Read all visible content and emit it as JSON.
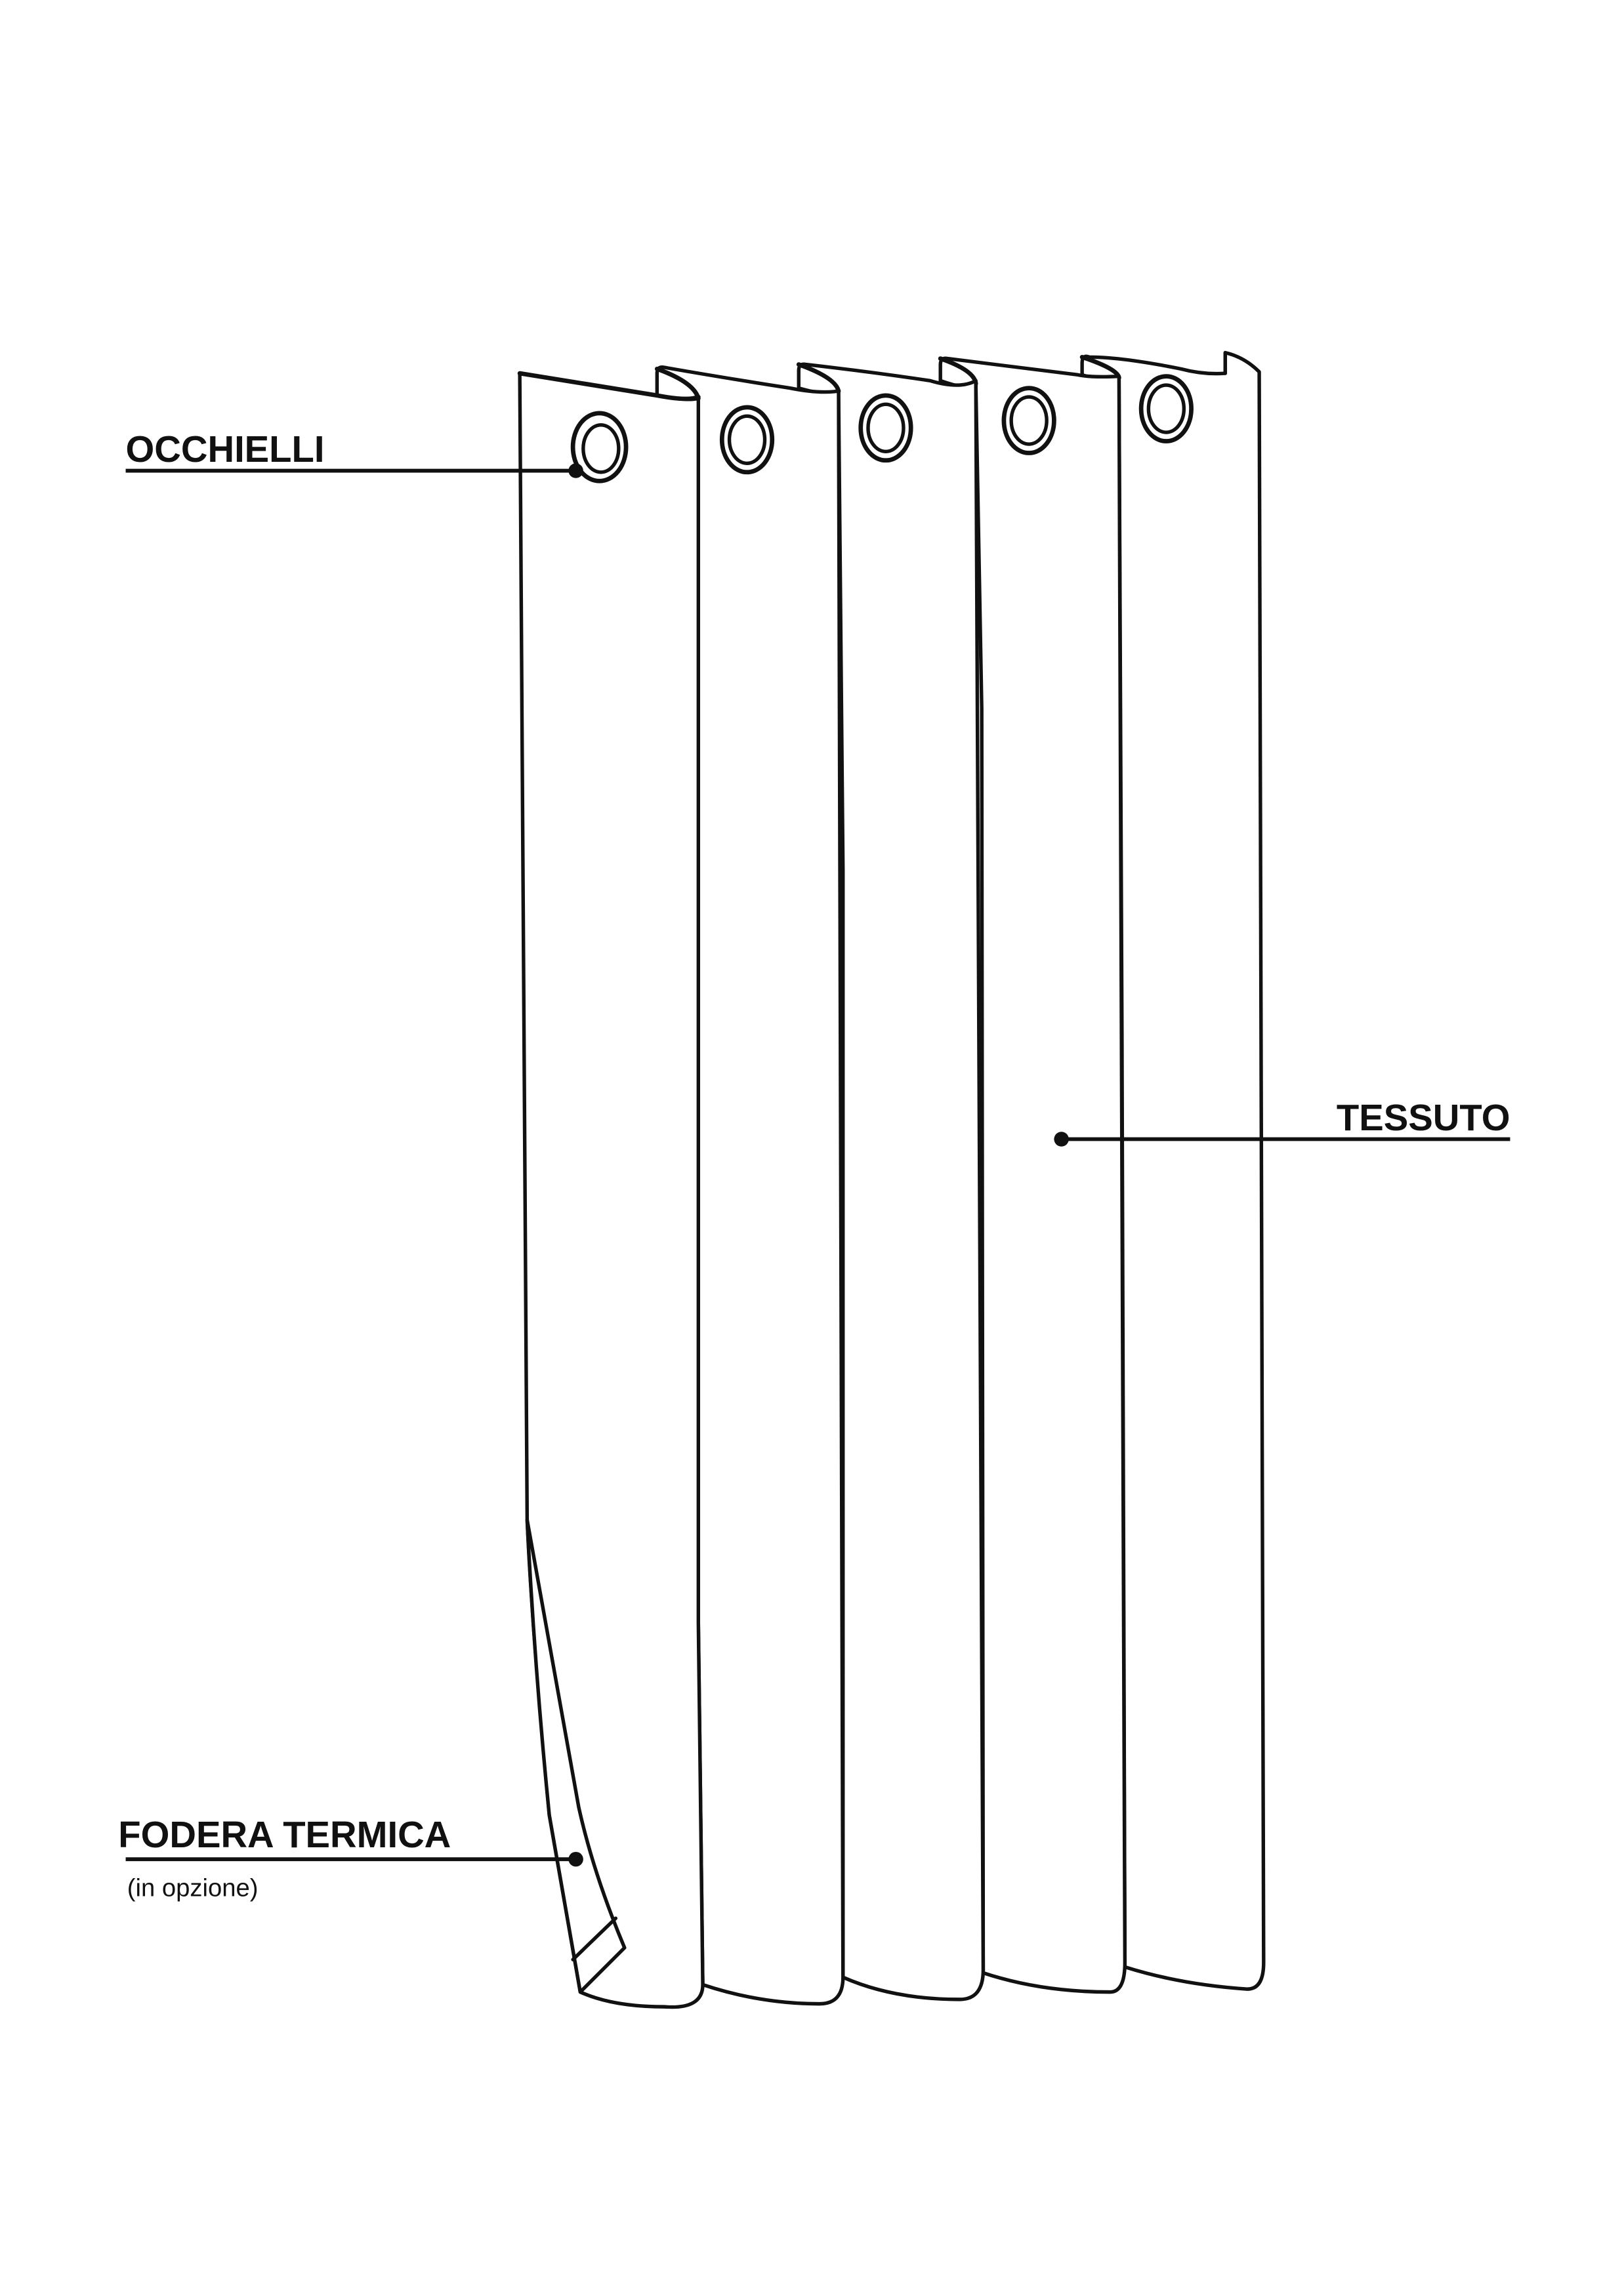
{
  "labels": {
    "eyelets": "OCCHIELLI",
    "fabric": "TESSUTO",
    "lining": "FODERA TERMICA",
    "lining_note": "(in opzione)"
  },
  "colors": {
    "stroke": "#111111",
    "background": "#ffffff"
  }
}
